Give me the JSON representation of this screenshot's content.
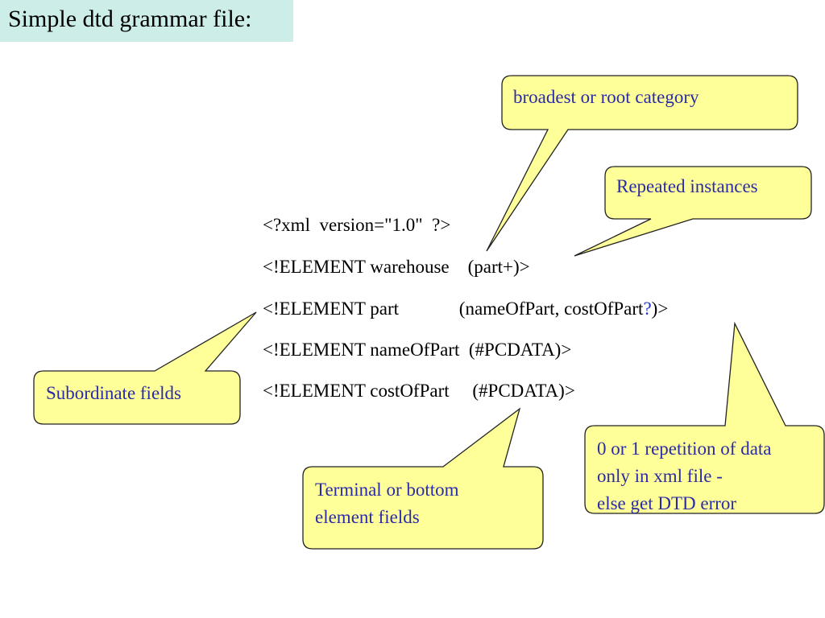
{
  "title": "Simple dtd grammar file:",
  "code": {
    "line1": "<?xml  version=\"1.0\"  ?>",
    "line2": "<!ELEMENT warehouse    (part+)>",
    "line3_pre": "<!ELEMENT part             (nameOfPart, costOfPart",
    "line3_q": "?",
    "line3_post": ")>",
    "line4": "<!ELEMENT nameOfPart  (#PCDATA)>",
    "line5": "<!ELEMENT costOfPart     (#PCDATA)>"
  },
  "callouts": {
    "root": "broadest or root category",
    "repeated": "Repeated instances",
    "subordinate": "Subordinate fields",
    "terminal": "Terminal or bottom\nelement fields",
    "optional": "0 or 1 repetition of data\nonly in xml file -\nelse get DTD error"
  },
  "colors": {
    "title_bg": "#cdeee8",
    "callout_fill": "#ffff99",
    "callout_text": "#2b2ba8",
    "highlight": "#1f35c8"
  }
}
